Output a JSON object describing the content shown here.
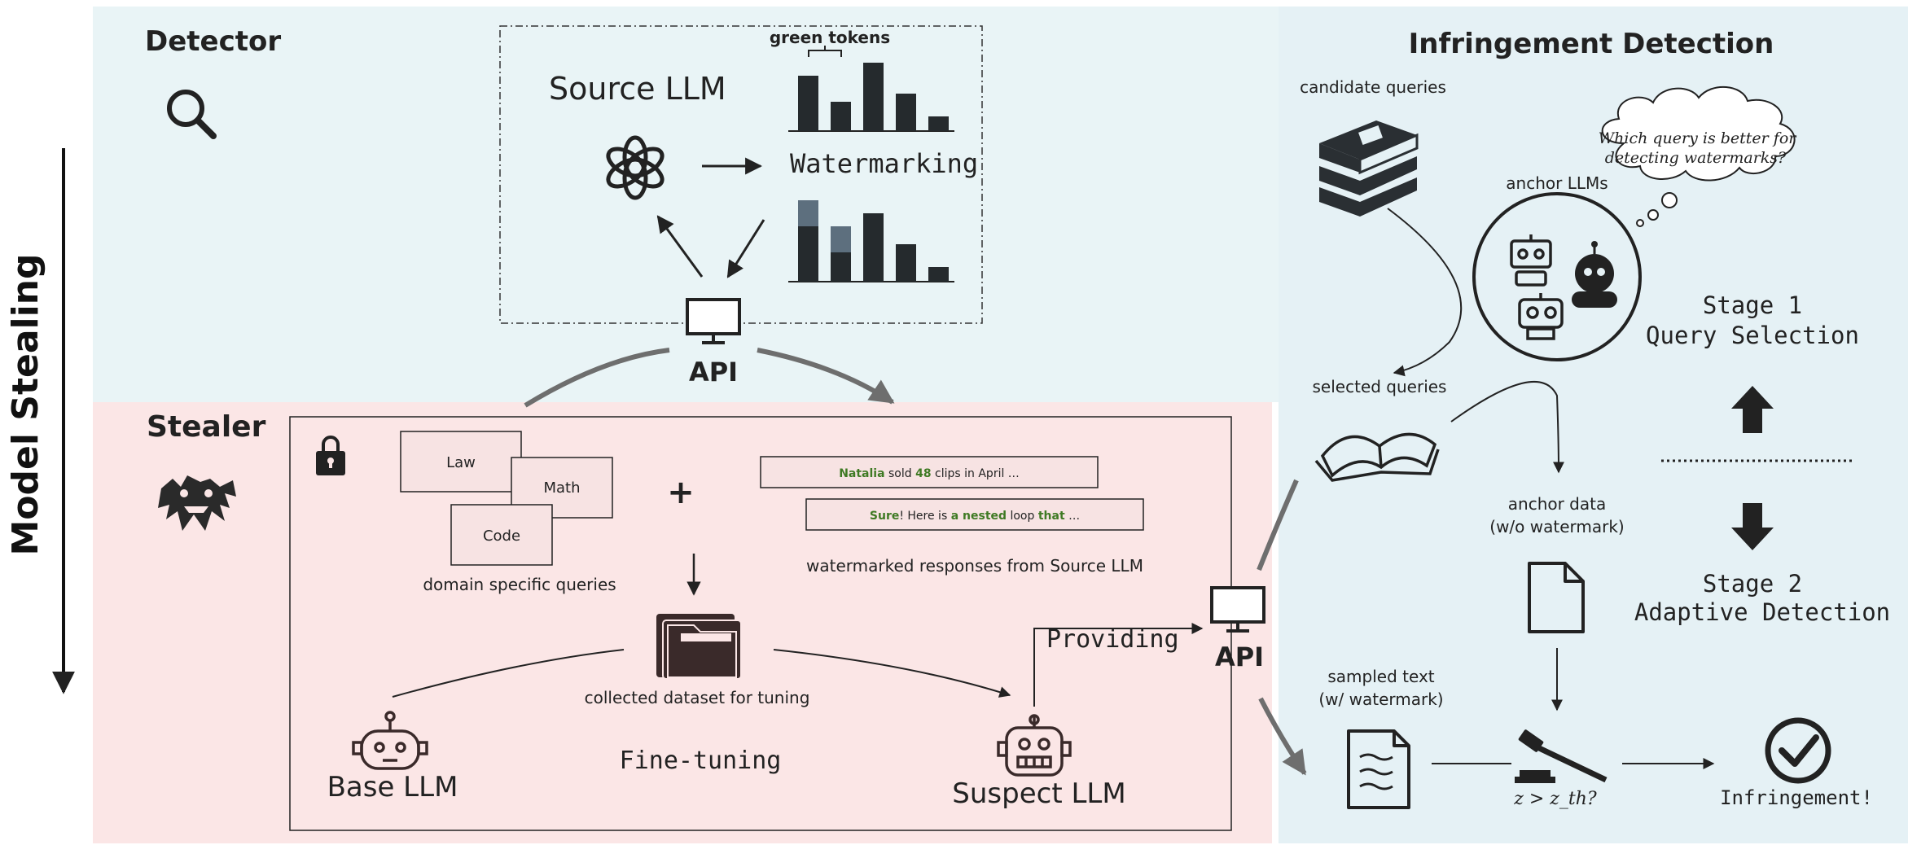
{
  "side_label": "Model Stealing",
  "detector": {
    "title": "Detector",
    "green_tokens": "green tokens",
    "source_llm": "Source LLM",
    "watermarking": "Watermarking",
    "api": "API"
  },
  "stealer": {
    "title": "Stealer",
    "domains": [
      "Law",
      "Math",
      "Code"
    ],
    "plus": "+",
    "domain_queries": "domain specific queries",
    "resp1": {
      "p1": "Natalia",
      "p2": " sold ",
      "p3": "48",
      "p4": " clips in April …"
    },
    "resp2": {
      "p1": "Sure",
      "p2": "! Here is ",
      "p3": "a nested",
      "p4": " loop ",
      "p5": "that",
      "p6": " …"
    },
    "responses_caption": "watermarked responses from Source LLM",
    "dataset_caption": "collected dataset for tuning",
    "base_llm": "Base LLM",
    "fine_tuning": "Fine-tuning",
    "suspect_llm": "Suspect LLM",
    "providing": "Providing",
    "api": "API"
  },
  "infringement": {
    "title": "Infringement Detection",
    "candidate_queries": "candidate queries",
    "anchor_llms": "anchor LLMs",
    "thought_line1": "Which query is better for",
    "thought_line2": "detecting watermarks?",
    "stage1_line1": "Stage 1",
    "stage1_line2": "Query Selection",
    "stage2_line1": "Stage 2",
    "stage2_line2": "Adaptive Detection",
    "selected_queries": "selected queries",
    "anchor_data_line1": "anchor data",
    "anchor_data_line2": "(w/o watermark)",
    "sampled_text_line1": "sampled text",
    "sampled_text_line2": "(w/ watermark)",
    "z_test": "z > z_th?",
    "infringement": "Infringement!"
  },
  "colors": {
    "detector_bg": "#e9f4f6",
    "stealer_bg": "#fbe6e6",
    "right_bg": "#e5f1f5",
    "green_token": "#3f7a24",
    "dark": "#262b2e"
  }
}
